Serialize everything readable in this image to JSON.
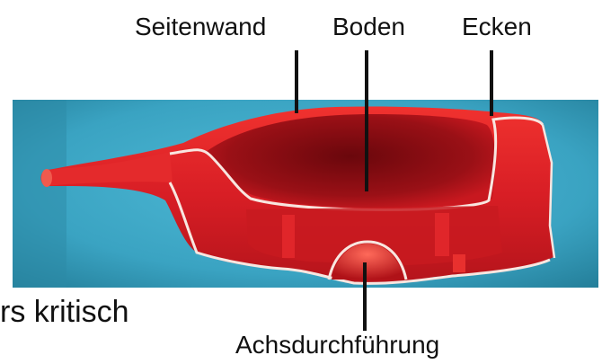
{
  "labels": {
    "seitenwand": "Seitenwand",
    "boden": "Boden",
    "ecken": "Ecken",
    "achsdurchfuehrung": "Achsdurchführung",
    "partial_text": "rs kritisch"
  },
  "colors": {
    "background_photo": "#3fa7c4",
    "part_red": "#e8242a",
    "part_dark": "#8e0d12",
    "highlight": "#f6c7be",
    "text": "#111111"
  }
}
